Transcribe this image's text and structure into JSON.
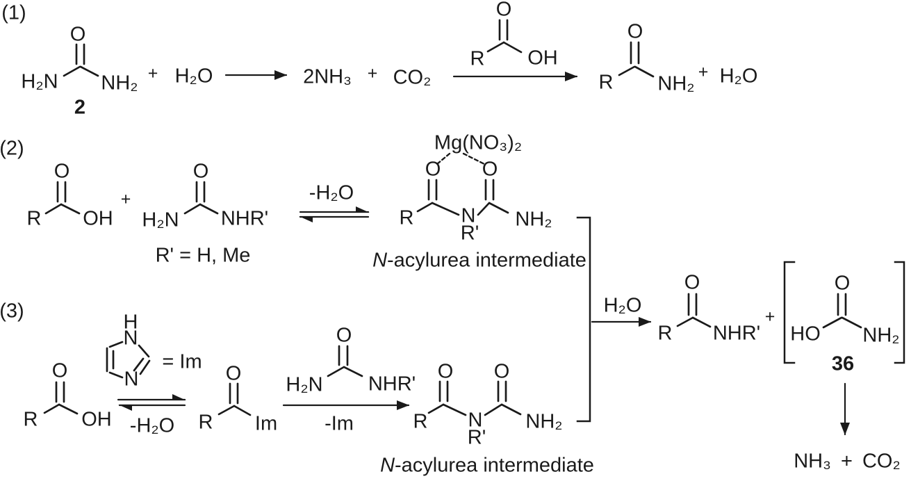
{
  "colors": {
    "ink": "#1a1a1a",
    "background": "#ffffff"
  },
  "atoms": {
    "o": "O",
    "r": "R",
    "oh": "OH",
    "ho": "HO",
    "h2n": "H₂N",
    "nh2": "NH₂",
    "nhr_prime": "NHR'",
    "n": "N",
    "r_prime": "R'",
    "h": "H",
    "im": "Im",
    "plus": "+"
  },
  "reaction1": {
    "number": "(1)",
    "urea_compound_number": "2",
    "water": "H₂O",
    "ammonia": "2NH₃",
    "carbon_dioxide": "CO₂",
    "water_product": "H₂O"
  },
  "reaction2": {
    "number": "(2)",
    "substituent_note": "R' = H, Me",
    "minus_water": "-H₂O",
    "magnesium_nitrate": "Mg(NO₃)₂",
    "intermediate_prefix": "N",
    "intermediate_suffix": "-acylurea intermediate"
  },
  "reaction3": {
    "number": "(3)",
    "imidazole_note": "= Im",
    "minus_water": "-H₂O",
    "minus_imidazole": "-Im",
    "intermediate_prefix": "N",
    "intermediate_suffix": "-acylurea intermediate"
  },
  "hydrolysis": {
    "water": "H₂O",
    "carbamic_acid_number": "36",
    "decomposition_products": "NH₃ + CO₂"
  }
}
